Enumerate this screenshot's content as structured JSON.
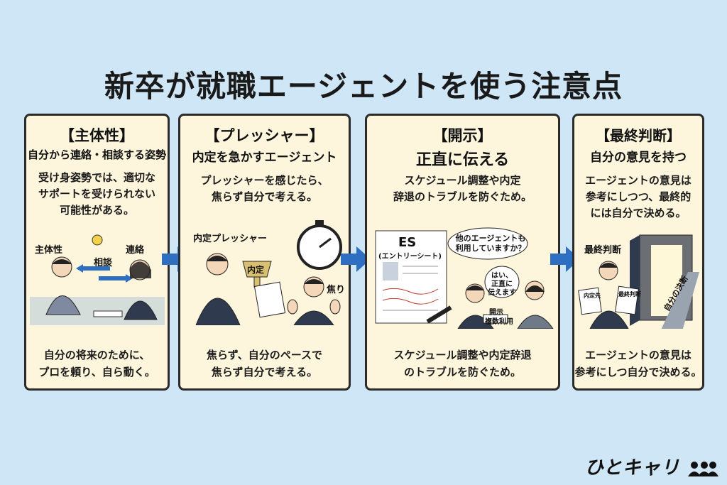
{
  "title": "新卒が就職エージェントを使う注意点",
  "cards": [
    {
      "tag": "【主体性】",
      "heading": "自分から連絡・相談する姿勢",
      "body": [
        "受け身姿勢では、適切な",
        "サポートを受けられない",
        "可能性がある。"
      ],
      "labels": {
        "a": "主体性",
        "b": "相談",
        "c": "連絡"
      },
      "foot": [
        "自分の将来のために、",
        "プロを頼り、自ら動く。"
      ]
    },
    {
      "tag": "【プレッシャー】",
      "heading": "内定を急かすエージェント",
      "body": [
        "プレッシャーを感じたら、",
        "焦らず自分で考える。"
      ],
      "labels": {
        "a": "内定プレッシャー",
        "b": "内定",
        "c": "焦り"
      },
      "foot": [
        "焦らず、自分のペースで",
        "焦らず自分で考える。"
      ]
    },
    {
      "tag": "【開示】",
      "heading": "正直に伝える",
      "body": [
        "スケジュール調整や内定",
        "辞退のトラブルを防ぐため。"
      ],
      "labels": {
        "es": "ES",
        "es_sub": "(エントリーシート)",
        "q1": "他のエージェントも",
        "q2": "利用していますか？",
        "a1": "はい、",
        "a2": "正直に",
        "a3": "伝えます",
        "t1": "開示",
        "t2": "複数利用"
      },
      "foot": [
        "スケジュール調整や内定辞退",
        "のトラブルを防ぐため。"
      ]
    },
    {
      "tag": "【最終判断】",
      "heading": "自分の意見を持つ",
      "body": [
        "エージェントの意見は",
        "参考にしつつ、最終的",
        "には自分で決める。"
      ],
      "labels": {
        "a": "最終判断",
        "p1": "内定先",
        "p2": "最終判断",
        "path": "自分の決断"
      },
      "foot": [
        "エージェントの意見は",
        "参考にしつ自分で決める。"
      ]
    }
  ],
  "logo": "ひとキャリ",
  "colors": {
    "background": "#cfe6f6",
    "card": "#fdf6dc",
    "arrow": "#2f6fc2",
    "border": "#2b2b2b"
  }
}
